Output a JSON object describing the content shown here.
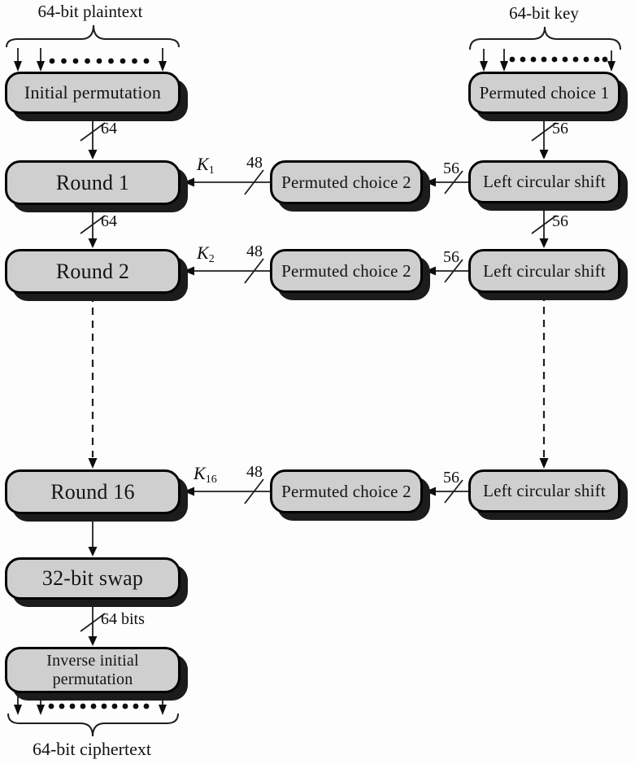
{
  "figure": {
    "plaintext_label": "64-bit plaintext",
    "key_label": "64-bit key",
    "ciphertext_label": "64-bit ciphertext"
  },
  "boxes": {
    "initial_permutation": "Initial permutation",
    "round_1": "Round 1",
    "round_2": "Round 2",
    "round_16": "Round 16",
    "swap_32": "32-bit swap",
    "inverse_initial_line1": "Inverse initial",
    "inverse_initial_line2": "permutation",
    "permuted_choice_1": "Permuted choice 1",
    "permuted_choice_2": "Permuted choice 2",
    "left_circular_shift": "Left circular shift"
  },
  "bus_widths": {
    "ip_out": "64",
    "round1_out": "64",
    "pc1_out": "56",
    "lcs1_out": "56",
    "swap_out": "64 bits"
  },
  "subkeys": [
    {
      "symbol": "K",
      "sub": "1",
      "width": "48",
      "shift_width": "56"
    },
    {
      "symbol": "K",
      "sub": "2",
      "width": "48",
      "shift_width": "56"
    },
    {
      "symbol": "K",
      "sub": "16",
      "width": "48",
      "shift_width": "56"
    }
  ],
  "colors": {
    "box_fill": "#cfcfcf",
    "box_border": "#000000",
    "box_shadow": "#1c1c1c",
    "line": "#1f1f1f",
    "background": "#fdfdfd"
  }
}
